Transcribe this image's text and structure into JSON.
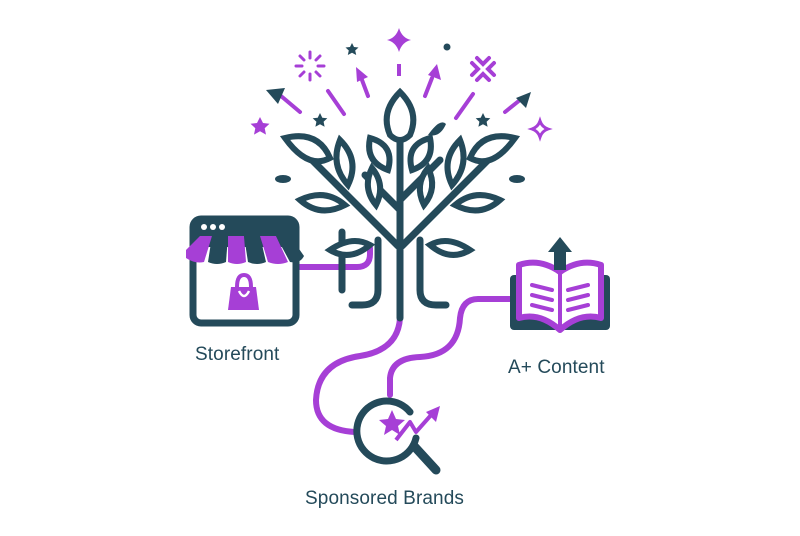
{
  "diagram": {
    "title": "",
    "colors": {
      "primary_dark": "#244a5a",
      "accent_purple": "#a63fd6",
      "background": "#ffffff"
    },
    "center": {
      "name": "growth-tree",
      "description": "Stylized tree with leaves, branching into roots that connect to the three nodes"
    },
    "nodes": [
      {
        "id": "storefront",
        "label": "Storefront",
        "icon": "storefront-icon"
      },
      {
        "id": "aplus",
        "label": "A+ Content",
        "icon": "open-book-upload-icon"
      },
      {
        "id": "sponsored",
        "label": "Sponsored Brands",
        "icon": "magnifier-star-trend-icon"
      }
    ],
    "decorations": [
      "sparkle-burst-icon",
      "star-icon",
      "up-arrow-icon",
      "four-point-star-icon",
      "dot-icon",
      "flower-burst-icon"
    ]
  }
}
